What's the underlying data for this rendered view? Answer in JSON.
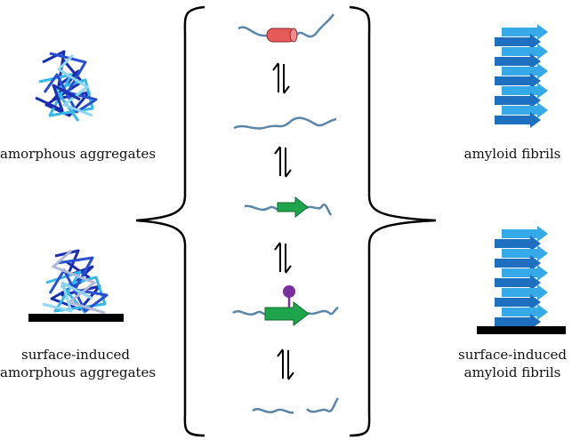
{
  "labels": {
    "amorphous_aggregates": "amorphous aggregates",
    "surface_amorphous_line1": "surface-induced",
    "surface_amorphous_line2": "amorphous aggregates",
    "amyloid_fibrils": "amyloid fibrils",
    "surface_fibrils_line1": "surface-induced",
    "surface_fibrils_line2": "amyloid fibrils"
  },
  "colors": {
    "peptide_chain": "#5b86a8",
    "helix": "#e65a5a",
    "beta_strand_green": "#1ea54c",
    "ligand": "#7b2f9c",
    "fibril_dark": "#1f6fc0",
    "fibril_light": "#36a9e8",
    "surface": "#000000",
    "aggregate_dark": "#1a2fb0",
    "aggregate_light": "#38b8e8"
  },
  "icons": [
    "left-brace-icon",
    "right-brace-icon",
    "equilibrium-arrow-icon"
  ]
}
